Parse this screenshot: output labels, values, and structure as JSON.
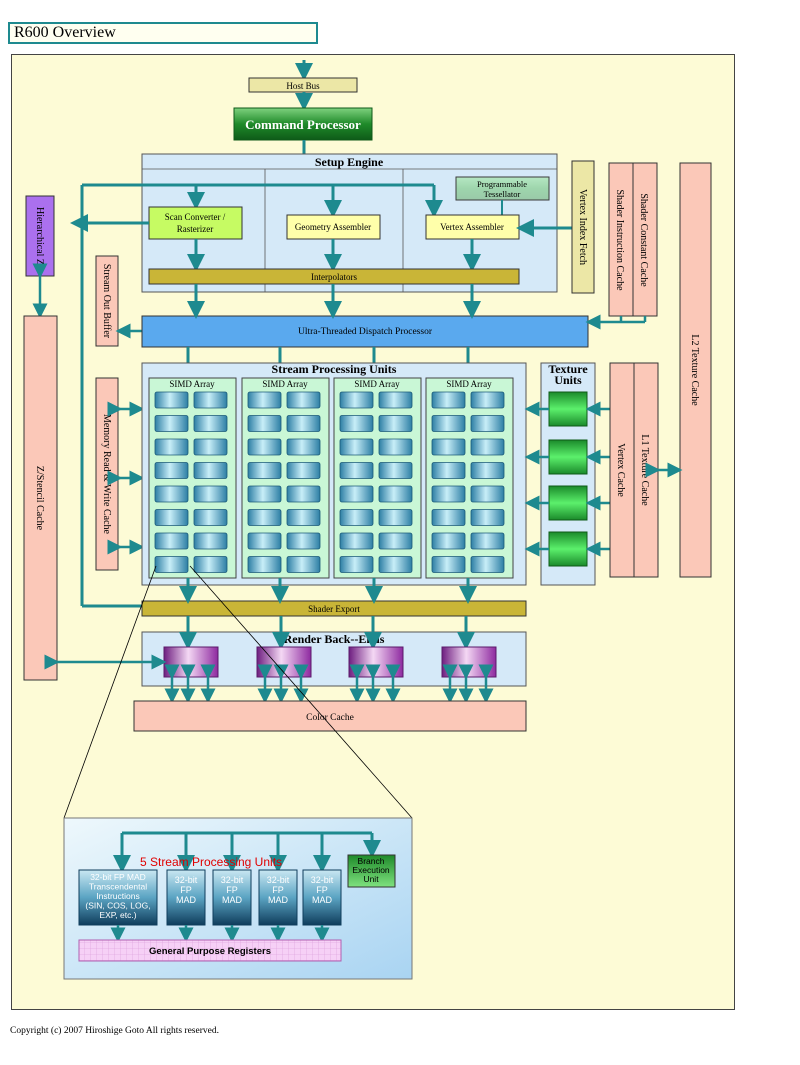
{
  "title": "R600 Overview",
  "copyright": "Copyright (c) 2007 Hiroshige Goto All rights reserved.",
  "labels": {
    "host_bus": "Host Bus",
    "command_processor": "Command Processor",
    "setup_engine": "Setup Engine",
    "scan_converter_1": "Scan Converter /",
    "scan_converter_2": "Rasterizer",
    "geometry_assembler": "Geometry Assembler",
    "programmable_tessellator_1": "Programmable",
    "programmable_tessellator_2": "Tessellator",
    "vertex_assembler": "Vertex Assembler",
    "interpolators": "Interpolators",
    "vertex_index_fetch": "Vertex Index Fetch",
    "shader_instruction_cache": "Shader Instruction Cache",
    "shader_constant_cache": "Shader Constant Cache",
    "l2_texture_cache": "L2 Texture Cache",
    "hierarchical_z": "Hierarchical Z",
    "stream_out_buffer": "Stream Out Buffer",
    "dispatch_processor": "Ultra-Threaded Dispatch Processor",
    "stream_processing_units": "Stream Processing Units",
    "simd_array": "SIMD Array",
    "texture_units_1": "Texture",
    "texture_units_2": "Units",
    "vertex_cache": "Vertex Cache",
    "l1_texture_cache": "L1 Texture Cache",
    "memory_rw_cache": "Memory Read & Write Cache",
    "z_stencil_cache": "Z/Stencil Cache",
    "shader_export": "Shader Export",
    "render_backends": "Render Back--Ends",
    "color_cache": "Color Cache"
  },
  "detail": {
    "heading": "5 Stream Processing Units",
    "transcendental": [
      "32-bit FP MAD",
      "Transcendental",
      "Instructions",
      "(SIN, COS, LOG,",
      "EXP, etc.)"
    ],
    "fp_mad": [
      "32-bit",
      "FP",
      "MAD"
    ],
    "branch": [
      "Branch",
      "Execution",
      "Unit"
    ],
    "gpr": "General Purpose Registers"
  },
  "colors": {
    "teal": "#1e8a8f",
    "panel_blue": "#d5e9f8",
    "salmon": "#fbc8b8",
    "olive": "#c9b537",
    "dispatch_blue": "#5aa9ee",
    "lime": "#c6fb63",
    "purple": "#ab70ee",
    "simd_green": "#c9f7d6",
    "khaki": "#ece7a6"
  }
}
